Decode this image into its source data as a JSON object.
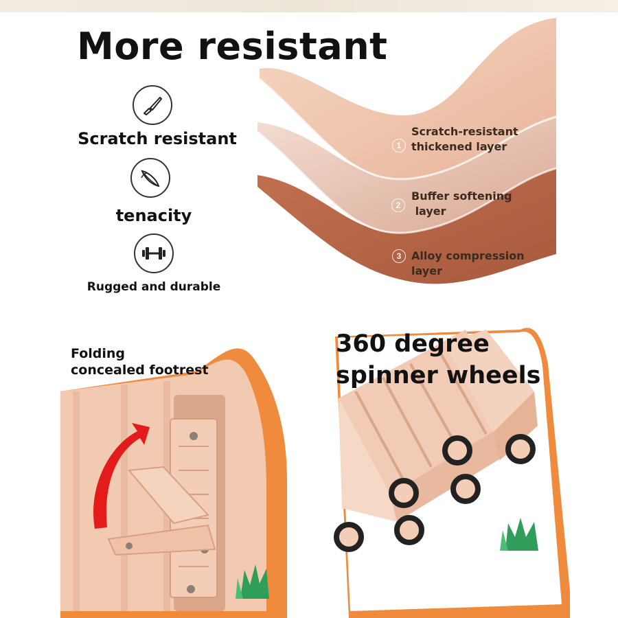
{
  "title": "More resistant",
  "features": [
    {
      "label": "Scratch resistant",
      "icon": "scalpel-icon"
    },
    {
      "label": "tenacity",
      "icon": "leaf-icon"
    },
    {
      "label": "Rugged and durable",
      "icon": "dumbbell-icon"
    }
  ],
  "layers": [
    {
      "num": "1",
      "lines": [
        "Scratch-resistant",
        "thickened layer"
      ]
    },
    {
      "num": "2",
      "lines": [
        "Buffer softening",
        " layer"
      ]
    },
    {
      "num": "3",
      "lines": [
        "Alloy compression",
        "layer"
      ]
    }
  ],
  "footrest": {
    "lines": [
      "Folding",
      "concealed footrest"
    ]
  },
  "wheels": {
    "lines": [
      "360 degree",
      "spinner wheels"
    ]
  },
  "colors": {
    "shell": "#f2c9b1",
    "accent_orange": "#f08a3c",
    "arrow_red": "#e31b1b",
    "grass_green": "#2f9e5b"
  }
}
